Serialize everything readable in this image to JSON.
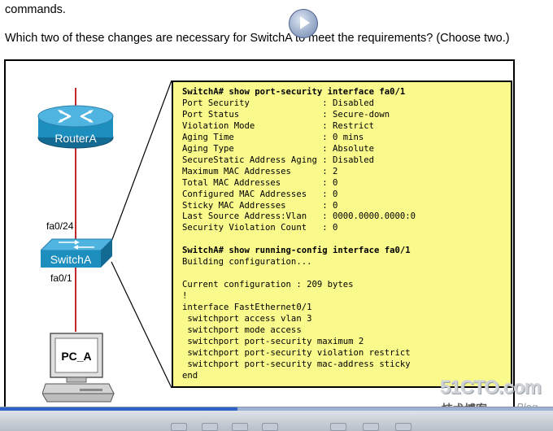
{
  "question": {
    "line1": "commands.",
    "line2": "Which two of these changes are necessary for SwitchA to meet the requirements? (Choose two.)"
  },
  "topology": {
    "router_label": "RouterA",
    "switch_label": "SwitchA",
    "pc_label": "PC_A",
    "port_upper": "fa0/24",
    "port_lower": "fa0/1",
    "cable_color": "#c0282d",
    "device_color": "#1d8fbf"
  },
  "terminal": {
    "background": "#fafa8c",
    "lines": [
      {
        "text": "SwitchA# show port-security interface fa0/1",
        "bold": true
      },
      {
        "text": "Port Security              : Disabled"
      },
      {
        "text": "Port Status                : Secure-down"
      },
      {
        "text": "Violation Mode             : Restrict"
      },
      {
        "text": "Aging Time                 : 0 mins"
      },
      {
        "text": "Aging Type                 : Absolute"
      },
      {
        "text": "SecureStatic Address Aging : Disabled"
      },
      {
        "text": "Maximum MAC Addresses      : 2"
      },
      {
        "text": "Total MAC Addresses        : 0"
      },
      {
        "text": "Configured MAC Addresses   : 0"
      },
      {
        "text": "Sticky MAC Addresses       : 0"
      },
      {
        "text": "Last Source Address:Vlan   : 0000.0000.0000:0"
      },
      {
        "text": "Security Violation Count   : 0"
      },
      {
        "text": ""
      },
      {
        "text": "SwitchA# show running-config interface fa0/1",
        "bold": true
      },
      {
        "text": "Building configuration..."
      },
      {
        "text": ""
      },
      {
        "text": "Current configuration : 209 bytes"
      },
      {
        "text": "!"
      },
      {
        "text": "interface FastEthernet0/1"
      },
      {
        "text": " switchport access vlan 3"
      },
      {
        "text": " switchport mode access"
      },
      {
        "text": " switchport port-security maximum 2"
      },
      {
        "text": " switchport port-security violation restrict"
      },
      {
        "text": " switchport port-security mac-address sticky"
      },
      {
        "text": "end"
      }
    ]
  },
  "watermark": {
    "logo": "51CTO.com",
    "subtitle": "技术博客",
    "blog": "Blog"
  },
  "player": {
    "progress": 0.43
  }
}
